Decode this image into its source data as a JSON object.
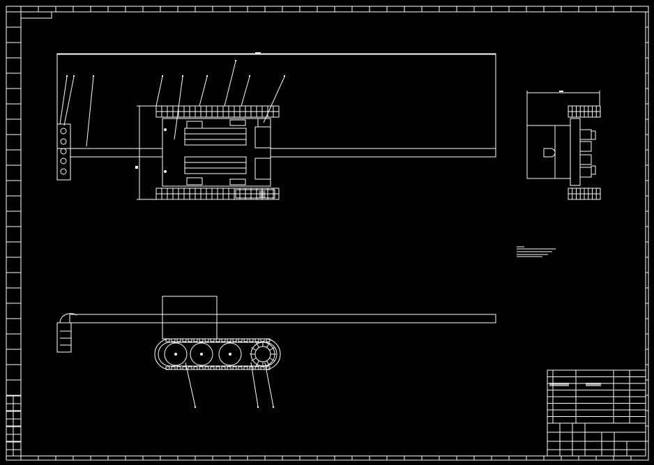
{
  "drawing": {
    "background": "#000000",
    "line_color": "#ffffff",
    "title_block": {
      "rows": 8,
      "bottom_label": "",
      "sheet_label": ""
    },
    "notes": [],
    "views": [
      "top-view",
      "side-view",
      "front-view",
      "title-block"
    ]
  }
}
